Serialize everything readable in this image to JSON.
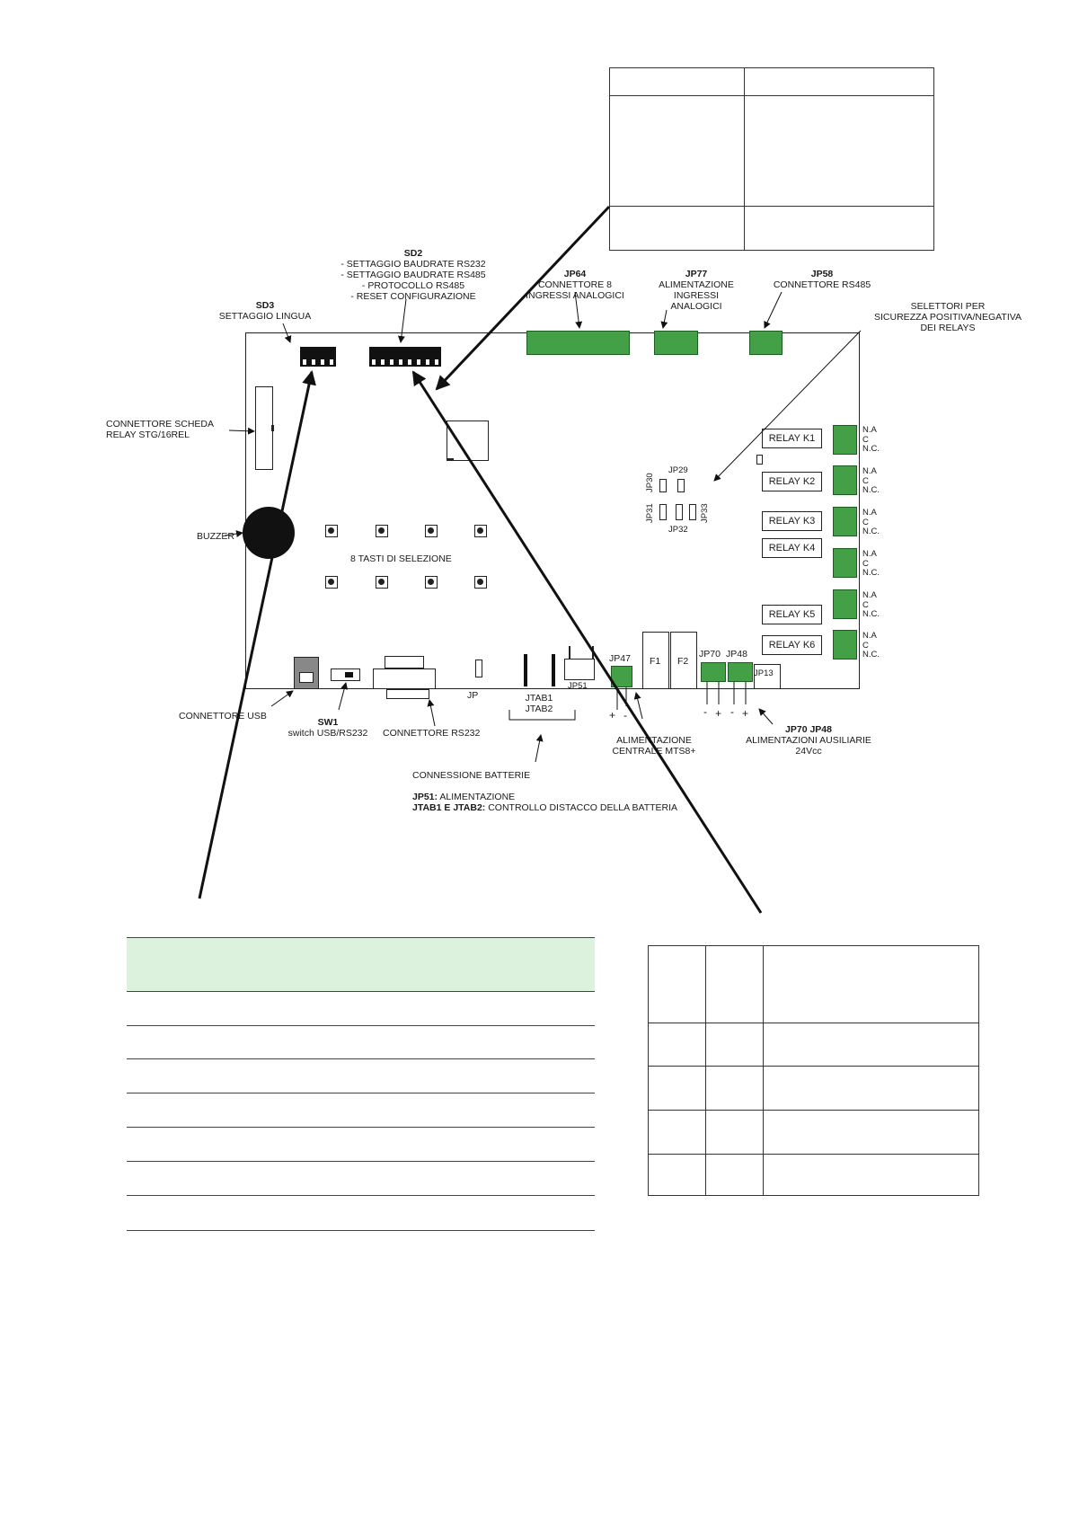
{
  "labels": {
    "sd2_title": "SD2",
    "sd2_lines": [
      "- SETTAGGIO BAUDRATE RS232",
      "- SETTAGGIO BAUDRATE RS485",
      "- PROTOCOLLO RS485",
      "- RESET CONFIGURAZIONE"
    ],
    "sd3_title": "SD3",
    "sd3_desc": "SETTAGGIO LINGUA",
    "jp64_title": "JP64",
    "jp64_lines": [
      "CONNETTORE 8",
      "INGRESSI ANALOGICI"
    ],
    "jp77_title": "JP77",
    "jp77_lines": [
      "ALIMENTAZIONE",
      "INGRESSI",
      "ANALOGICI"
    ],
    "jp58_title": "JP58",
    "jp58_desc": "CONNETTORE RS485",
    "selettori_lines": [
      "SELETTORI PER",
      "SICUREZZA POSITIVA/NEGATIVA",
      "DEI RELAYS"
    ],
    "connettore_scheda_lines": [
      "CONNETTORE SCHEDA",
      "RELAY STG/16REL"
    ],
    "buzzer": "BUZZER",
    "tasti": "8 TASTI DI SELEZIONE",
    "connettore_usb": "CONNETTORE USB",
    "sw1_title": "SW1",
    "sw1_desc": "switch USB/RS232",
    "connettore_rs232": "CONNETTORE RS232",
    "jp": "JP",
    "jtab_lines": [
      "JTAB1",
      "JTAB2"
    ],
    "jp51": "JP51",
    "jp47": "JP47",
    "f1": "F1",
    "f2": "F2",
    "jp70": "JP70",
    "jp48": "JP48",
    "jp13": "JP13",
    "jp29": "JP29",
    "jp30": "JP30",
    "jp31": "JP31",
    "jp32": "JP32",
    "jp33": "JP33",
    "relays": [
      "RELAY K1",
      "RELAY K2",
      "RELAY K3",
      "RELAY K4",
      "RELAY K5",
      "RELAY K6"
    ],
    "nac": [
      "N.A",
      "C",
      "N.C."
    ],
    "pm_jp47": [
      "+",
      "-"
    ],
    "pm_aux": [
      "-",
      "+",
      "-",
      "+"
    ],
    "alim_centrale_lines": [
      "ALIMENTAZIONE",
      "CENTRALE MTS8+"
    ],
    "jp70_jp48_title": "JP70 JP48",
    "alim_aux_lines": [
      "ALIMENTAZIONI AUSILIARIE",
      "24Vcc"
    ],
    "connessione_batterie": "CONNESSIONE BATTERIE",
    "jp51_note_key": "JP51:",
    "jp51_note_val": " ALIMENTAZIONE",
    "jtab_note_key": "JTAB1 E JTAB2:",
    "jtab_note_val": " CONTROLLO DISTACCO DELLA BATTERIA"
  },
  "colors": {
    "connector_green": "#43a047",
    "table_header_green": "#dcf2dc",
    "line": "#111111"
  }
}
